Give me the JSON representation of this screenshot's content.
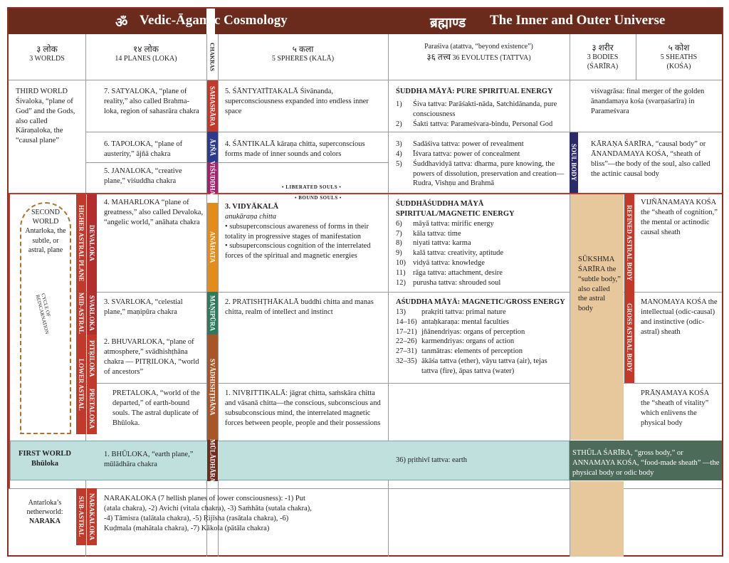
{
  "header": {
    "om": "ॐ",
    "left_title": "Vedic-Āgamic Cosmology",
    "devanagari": "ब्रह्माण्ड",
    "right_title": "The Inner and Outer Universe"
  },
  "colors": {
    "header_bg": "#6b2b1c",
    "accent_red": "#c0392b",
    "sahasrara": "#c0392b",
    "ajna": "#2b3a8c",
    "vishuddha": "#a0246b",
    "anahata": "#e38b1b",
    "manipura": "#2f7a5c",
    "svadhishthana": "#a8552a",
    "muladhara": "#6e2d1f",
    "physical_band": "#bfe0dc",
    "subtle_body": "#e7c79c",
    "gross_body": "#4c6b59",
    "devaloka": "#b22d2d",
    "pitriloka": "#c0392b"
  },
  "columns": {
    "worlds": {
      "dev": "३ लोक",
      "label": "3 WORLDS"
    },
    "planes": {
      "dev": "१४ लोक",
      "label": "14 PLANES (LOKA)"
    },
    "chakras": {
      "label": "CHAKRAS"
    },
    "spheres": {
      "dev": "५ कला",
      "label": "5 SPHERES (KALĀ)"
    },
    "evolutes": {
      "line1": "Paraśiva (atattva, “beyond existence”)",
      "dev": "३६ तत्त्व",
      "line2": "36 EVOLUTES (TATTVA)"
    },
    "bodies": {
      "dev": "३ शरीर",
      "label1": "3 BODIES",
      "label2": "(ŚARĪRA)"
    },
    "sheaths": {
      "dev": "५ कोश",
      "label1": "5 SHEATHS",
      "label2": "(KOŚA)"
    }
  },
  "worlds": {
    "third": "THIRD WORLD\nŚivaloka, “plane of God” and the Gods, also called Kāraṇaloka, the “causal plane”",
    "second": "SECOND WORLD\nAntarloka, the subtle, or astral, plane",
    "first_title": "FIRST WORLD",
    "first_name": "Bhūloka",
    "nether": "Antarloka’s netherworld:",
    "nether_name": "NARAKA",
    "cycle": "CYCLE OF REINCARNATION"
  },
  "planes": {
    "satya": "7. SATYALOKA, “plane of reality,” also called Brahma-loka, region of sahasrāra chakra",
    "tapo": "6. TAPOLOKA, “plane of austerity,” ājñā chakra",
    "jana": "5. JANALOKA, “creative plane,” viśuddha chakra",
    "mahar": "4. MAHARLOKA “plane of greatness,” also called Devaloka, “angelic world,” anāhata chakra",
    "svar": "3. SVARLOKA, “celestial plane,” maṇipūra chakra",
    "bhuvar": "2. BHUVARLOKA, “plane of atmosphere,” svādhishṭhāna chakra — PITṚILOKA, “world of ancestors”",
    "preta": "PRETALOKA, “world of the departed,” of earth-bound souls. The astral duplicate of Bhūloka.",
    "bhu": "1. BHŪLOKA, “earth plane,” mūlādhāra chakra",
    "naraka": "NARAKALOKA (7 hellish planes of lower consciousness): -1) Put (atala chakra), -2) Avichi (vitala chakra), -3) Saṁhāta (sutala chakra), -4) Tāmisra (talātala chakra), -5) Ṛijīsha (rasātala chakra), -6) Kuḍmala (mahātala chakra), -7) Kākola (pātāla chakra)"
  },
  "side_labels": {
    "higher_astral": "HIGHER ASTRAL PLANE",
    "mid_astral": "MID-ASTRAL",
    "lower_astral": "LOWER ASTRAL",
    "sub_astral": "SUB-ASTRAL",
    "devaloka": "DEVALOKA",
    "svarloka": "SVARLOKA",
    "pitriloka": "PITṚILOKA",
    "pretaloka": "PRETALOKA",
    "narakaloka": "NARAKALOKA"
  },
  "chakras": [
    "SAHASRĀRA",
    "ĀJÑĀ",
    "VIŚUDDHA",
    "ANĀHATA",
    "MAṆIPŪRA",
    "SVĀDHISHṬHĀNA",
    "MŪLĀDHĀRA"
  ],
  "spheres": {
    "s5": "5. ŚĀNTYATĪTAKALĀ Śivānanda, superconsciousness expanded into endless inner space",
    "s4": "4. ŚĀNTIKALĀ kāraṇa chitta, superconscious forms made of inner sounds and colors",
    "liberated": "• LIBERATED SOULS •",
    "bound": "• BOUND SOULS •",
    "s3_title": "3. VIDYĀKALĀ",
    "s3_sub": "anukāraṇa chitta",
    "s3_b1": "• subsuperconscious awareness of forms in their totality in progressive stages of manifestation",
    "s3_b2": "• subsuperconscious cognition of the interrelated forces of the spiritual and magnetic energies",
    "s2": "2. PRATISHṬHĀKALĀ buddhi chitta and manas chitta, realm of intellect and instinct",
    "s1": "1. NIVṚITTIKALĀ: jāgrat chitta, saṁskāra chitta and vāsanā chitta—the conscious, subconscious and subsubconscious mind, the interrelated magnetic forces between people, people and their possessions"
  },
  "evolutes": {
    "pure_title": "ŚUDDHA MĀYĀ: PURE SPIRITUAL ENERGY",
    "pure": [
      {
        "n": "1)",
        "t": "Śiva tattva: Parāśakti-nāda, Satchidānanda, pure consciousness"
      },
      {
        "n": "2)",
        "t": "Śakti tattva: Parameśvara-bindu, Personal God"
      },
      {
        "n": "3)",
        "t": "Sadāśiva tattva: power of revealment"
      },
      {
        "n": "4)",
        "t": "Īśvara tattva: power of concealment"
      },
      {
        "n": "5)",
        "t": "Śuddhavidyā tattva: dharma, pure knowing, the powers of dissolution, preservation and creation—Rudra, Vishṇu and Brahmā"
      }
    ],
    "mag_title1": "ŚUDDHĀŚUDDHA MĀYĀ",
    "mag_title2": "SPIRITUAL/MAGNETIC ENERGY",
    "mag": [
      {
        "n": "6)",
        "t": "māyā tattva: mirific energy"
      },
      {
        "n": "7)",
        "t": "kāla tattva: time"
      },
      {
        "n": "8)",
        "t": "niyati tattva: karma"
      },
      {
        "n": "9)",
        "t": "kalā tattva: creativity, aptitude"
      },
      {
        "n": "10)",
        "t": "vidyā tattva: knowledge"
      },
      {
        "n": "11)",
        "t": "rāga tattva: attachment, desire"
      },
      {
        "n": "12)",
        "t": "purusha tattva: shrouded soul"
      }
    ],
    "gross_title": "AŚUDDHA MĀYĀ: MAGNETIC/GROSS ENERGY",
    "gross": [
      {
        "n": "13)",
        "t": "prakṛiti tattva: primal nature"
      },
      {
        "n": "14–16)",
        "t": "antaḥkaraṇa: mental faculties"
      },
      {
        "n": "17–21)",
        "t": "jñānendriyas: organs of perception"
      },
      {
        "n": "22–26)",
        "t": "karmendriyas: organs of action"
      },
      {
        "n": "27–31)",
        "t": "tanmātras: elements of perception"
      },
      {
        "n": "32–35)",
        "t": "ākāśa tattva (ether), vāyu tattva (air), tejas tattva (fire), āpas tattva (water)"
      }
    ],
    "earth": "36) pṛithivī tattva: earth"
  },
  "bodies": {
    "soul_body": "SOUL BODY",
    "karana": "KĀRAṆA ŚARĪRA, “causal body” or ĀNANDAMAYA KOŚA, “sheath of bliss”—the body of the soul, also called the actinic causal body",
    "visvagrasa": "viśvagrāsa: final merger of the golden ānandamaya kośa (svarṇaśarīra) in Parameśvara",
    "sukshma": "SŪKSHMA ŚARĪRA the “subtle body,” also called the astral body",
    "refined": "REFINED ASTRAL BODY",
    "gross_astral": "GROSS ASTRAL BODY",
    "vijnana": "VIJÑĀNAMAYA KOŚA the “sheath of cognition,” the mental or actinodic causal sheath",
    "manomaya": "MANOMAYA KOŚA the intellectual (odic-causal) and instinctive (odic-astral) sheath",
    "prana": "PRĀṆAMAYA KOŚA the “sheath of vitality” which enlivens the physical body",
    "sthula": "STHŪLA ŚARĪRA, “gross body,” or ANNAMAYA KOŚA, “food-made sheath” —the physical body or odic body"
  }
}
